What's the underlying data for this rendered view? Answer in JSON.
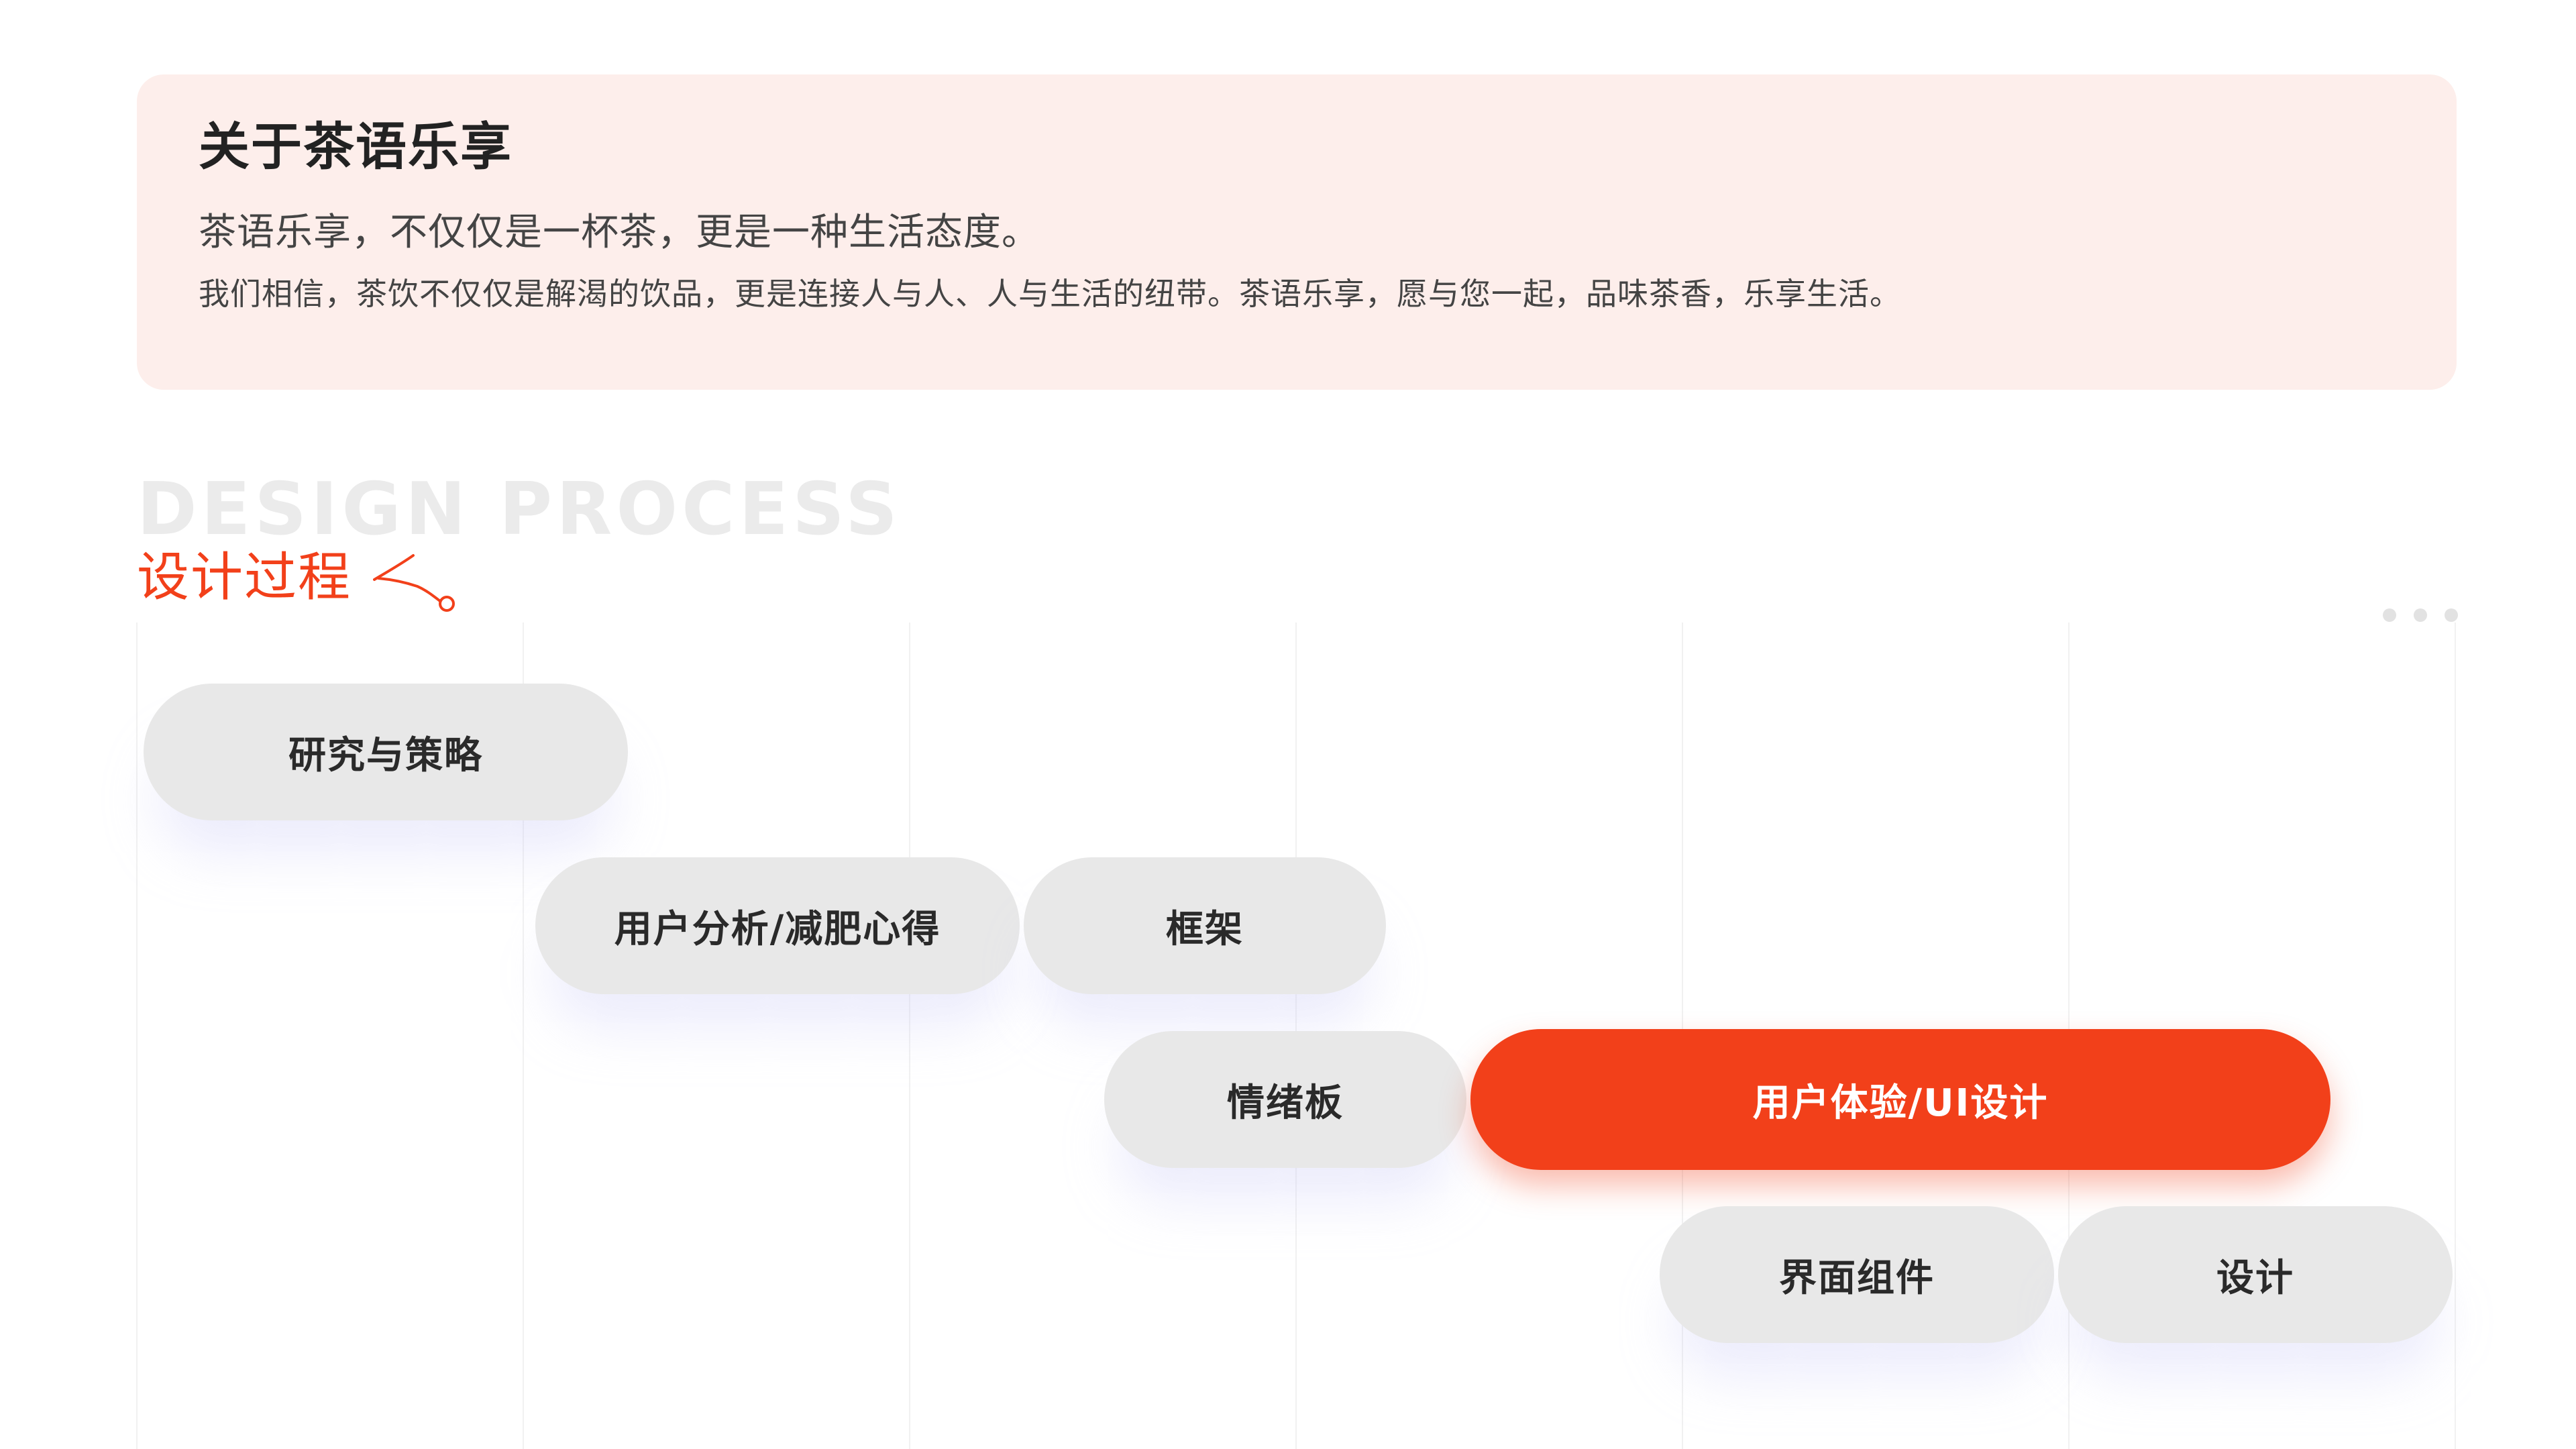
{
  "about": {
    "title": "关于茶语乐享",
    "lead": "茶语乐享，不仅仅是一杯茶，更是一种生活态度。",
    "body": "我们相信，茶饮不仅仅是解渴的饮品，更是连接人与人、人与生活的纽带。茶语乐享，愿与您一起，品味茶香，乐享生活。"
  },
  "section": {
    "watermark": "DESIGN PROCESS",
    "title": "设计过程",
    "decor_icon": "squiggle-scissors-icon",
    "menu_icon": "more-dots-icon"
  },
  "colors": {
    "accent": "#f2401a",
    "card_bg": "#fdeeeb",
    "pill_bg": "#e8e8e8",
    "watermark": "#ebebeb"
  },
  "process": {
    "steps": [
      {
        "label": "研究与策略",
        "active": false
      },
      {
        "label": "用户分析/减肥心得",
        "active": false
      },
      {
        "label": "框架",
        "active": false
      },
      {
        "label": "情绪板",
        "active": false
      },
      {
        "label": "用户体验/UI设计",
        "active": true
      },
      {
        "label": "界面组件",
        "active": false
      },
      {
        "label": "设计",
        "active": false
      }
    ]
  }
}
